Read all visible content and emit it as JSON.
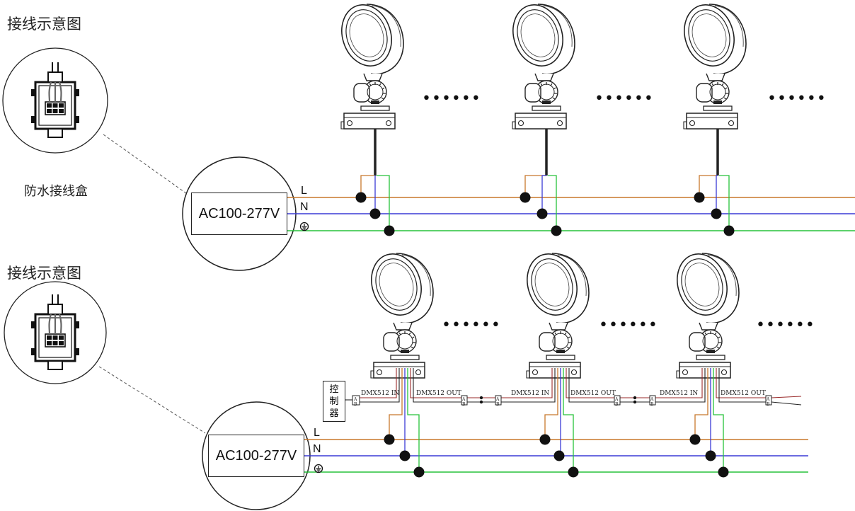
{
  "top_section": {
    "title": "接线示意图",
    "box_caption": "防水接线盒",
    "power_supply": "AC100-277V",
    "labels": {
      "live": "L",
      "neutral": "N"
    }
  },
  "bottom_section": {
    "title": "接线示意图",
    "power_supply": "AC100-277V",
    "labels": {
      "live": "L",
      "neutral": "N"
    },
    "controller": [
      "控",
      "制",
      "器"
    ],
    "signals": {
      "dmx_in": "DMX512 IN",
      "dmx_out": "DMX512 OUT",
      "a": "A",
      "b": "B"
    }
  },
  "continuation": "••••••",
  "colors": {
    "live": "#c8782c",
    "neutral": "#3a3ad6",
    "ground": "#27c23a",
    "signal_a": "#9a2a2a",
    "signal_b": "#222222",
    "line": "#222222"
  },
  "icons": [
    "spotlight-fixture-icon",
    "junction-box-icon",
    "ground-symbol-icon",
    "terminal-dot-icon"
  ]
}
